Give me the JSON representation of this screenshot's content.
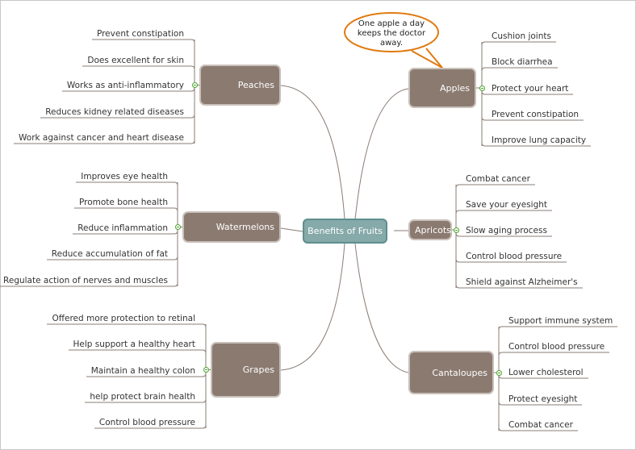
{
  "central_topic": "Benefits of Fruits",
  "callout": "One apple a day keeps the doctor away.",
  "colors": {
    "node": "#8b7a70",
    "center": "#86a9a9",
    "callout_border": "#e07a10",
    "toggle": "#4ca32b"
  },
  "branches": [
    {
      "key": "peaches",
      "label": "Peaches",
      "icon": "peach-icon",
      "side": "left",
      "items": [
        "Prevent constipation",
        "Does excellent for skin",
        "Works as anti-inflammatory",
        "Reduces kidney related diseases",
        "Work against cancer and heart disease"
      ]
    },
    {
      "key": "watermelons",
      "label": "Watermelons",
      "icon": "watermelon-icon",
      "side": "left",
      "items": [
        "Improves eye health",
        "Promote bone health",
        "Reduce inflammation",
        "Reduce accumulation of fat",
        "Regulate action of nerves and muscles"
      ]
    },
    {
      "key": "grapes",
      "label": "Grapes",
      "icon": "grapes-icon",
      "side": "left",
      "items": [
        "Offered more protection to retinal",
        "Help support a healthy heart",
        "Maintain a healthy colon",
        "help protect brain health",
        "Control blood pressure"
      ]
    },
    {
      "key": "apples",
      "label": "Apples",
      "icon": "apple-icon",
      "side": "right",
      "items": [
        "Cushion joints",
        "Block diarrhea",
        "Protect your heart",
        "Prevent constipation",
        "Improve lung capacity"
      ]
    },
    {
      "key": "apricots",
      "label": "Apricots",
      "icon": "",
      "side": "right",
      "items": [
        "Combat cancer",
        "Save your eyesight",
        "Slow aging process",
        "Control blood pressure",
        "Shield against Alzheimer's"
      ]
    },
    {
      "key": "cantaloupes",
      "label": "Cantaloupes",
      "icon": "cantaloupe-icon",
      "side": "right",
      "items": [
        "Support immune system",
        "Control blood pressure",
        "Lower cholesterol",
        "Protect eyesight",
        "Combat cancer"
      ]
    }
  ]
}
